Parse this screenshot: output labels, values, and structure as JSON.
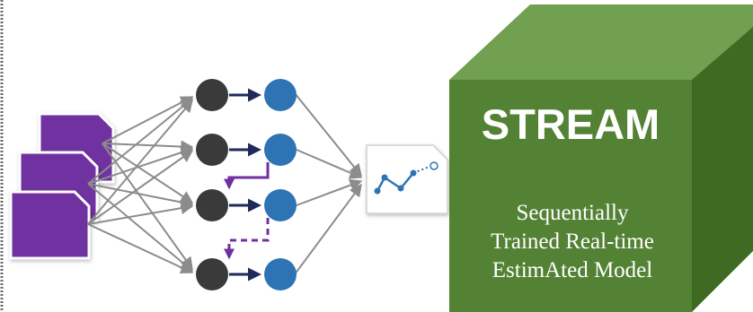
{
  "model_box": {
    "title": "STREAM",
    "subtitle_lines": [
      "Sequentially",
      "Trained Real-time",
      "EstimAted Model"
    ]
  },
  "colors": {
    "input_node": "#3a3a3a",
    "output_node": "#2e74b5",
    "data_card": "#7030a0",
    "purple_arrow": "#7030a0",
    "navy_arrow": "#1f2a5a",
    "gray_arrow": "#8c8c8c",
    "cube_front": "#548235",
    "cube_top": "#70a050",
    "cube_side": "#3f6a22",
    "chart_line": "#2e74b5"
  }
}
